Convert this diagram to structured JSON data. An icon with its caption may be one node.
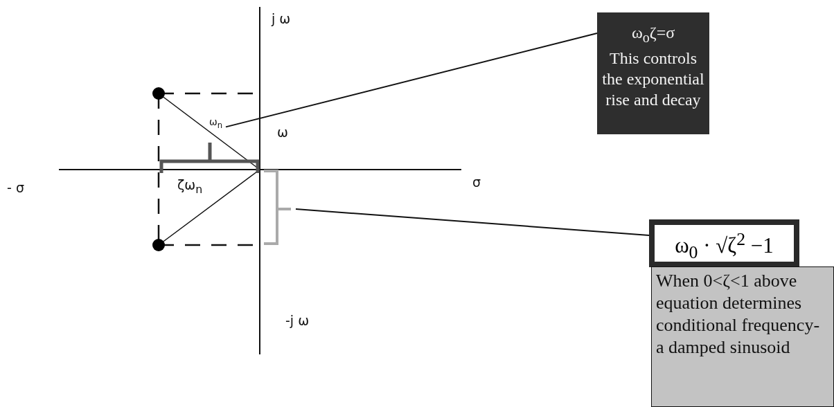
{
  "diagram": {
    "nodes": [
      {
        "text": [
          "ω$_{o}$ζ=σ",
          "This controls the exponential rise and decay"
        ]
      },
      {
        "text": [
          "ω$_{0}$ · √ζ$^{2}$ −1"
        ]
      },
      {
        "text": [
          "When 0<ζ<1 above equation determines conditional frequency- a damped sinusoid"
        ]
      },
      {
        "text": [],
        "shape": "bracket"
      },
      {
        "text": [
          "ω$_{n}$"
        ]
      }
    ],
    "edges": [
      {
        "from": 0,
        "to": 4,
        "arrow": "none"
      },
      {
        "from": 1,
        "to": 3,
        "arrow": "none"
      }
    ],
    "labels": [
      "j ω",
      "ω",
      "- σ",
      "ζω$_{n}$",
      "σ",
      "-j ω"
    ]
  }
}
